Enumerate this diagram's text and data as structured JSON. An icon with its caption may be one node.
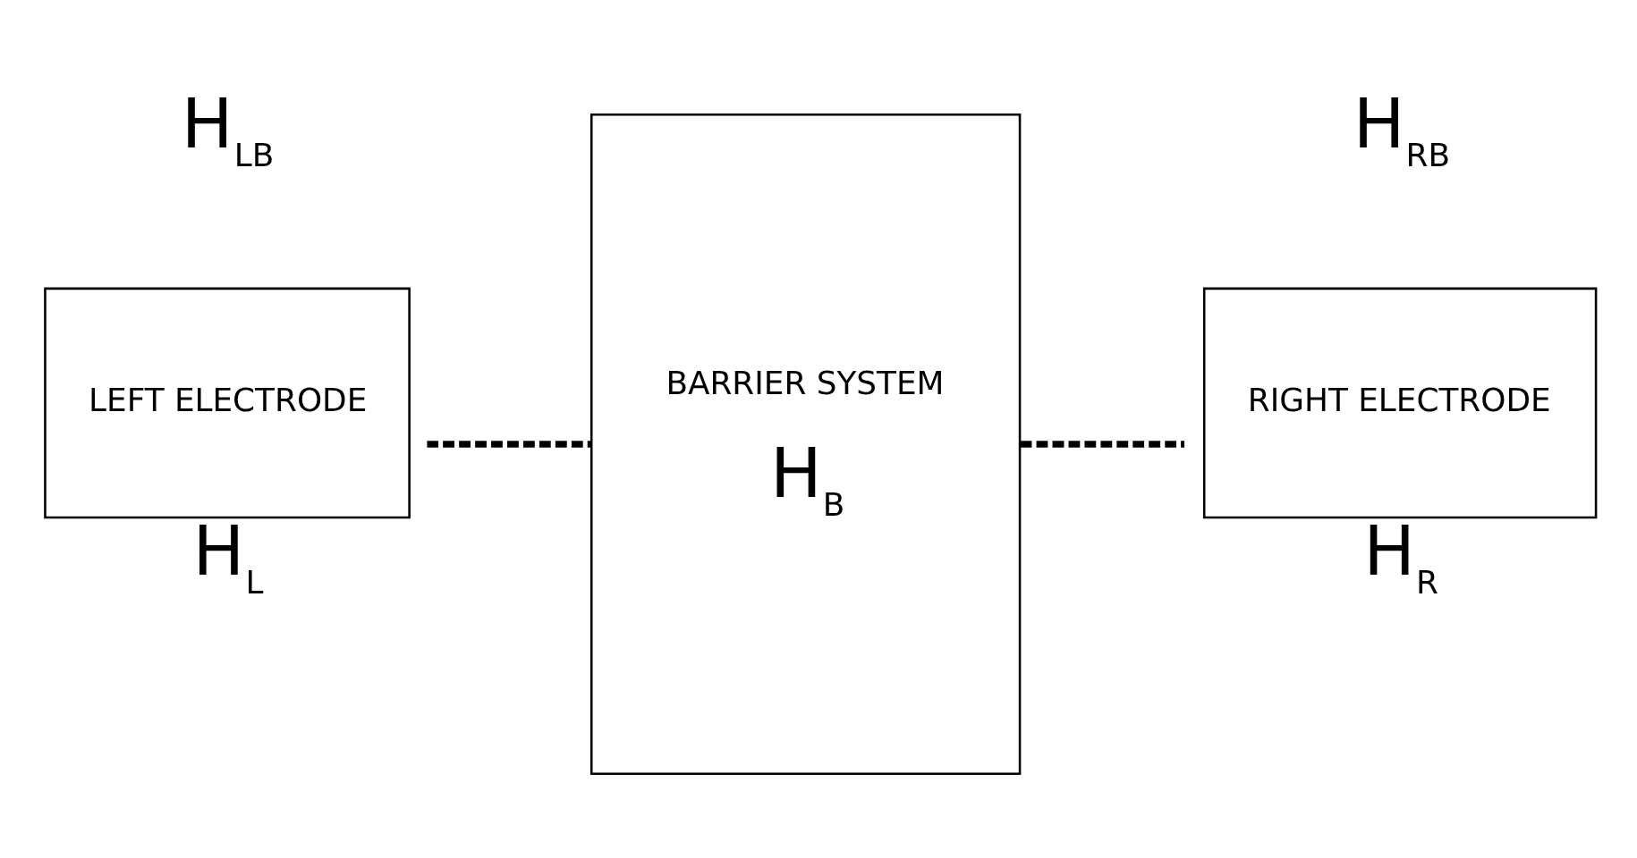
{
  "diagram": {
    "nodes": [
      {
        "text": [
          "LEFT ELECTRODE"
        ],
        "beside": [
          "H$_{L}$"
        ]
      },
      {
        "text": [
          "BARRIER SYSTEM",
          "H$_{B}$"
        ]
      },
      {
        "text": [
          "RIGHT ELECTRODE"
        ],
        "beside": [
          "H$_{R}$"
        ]
      }
    ],
    "edges": [
      {
        "from": 0,
        "to": 1,
        "arrow": "none",
        "style": "dashed"
      },
      {
        "from": 1,
        "to": 2,
        "arrow": "none",
        "style": "dashed"
      }
    ],
    "labels": [
      "H$_{LB}$",
      "H$_{RB}$"
    ]
  }
}
